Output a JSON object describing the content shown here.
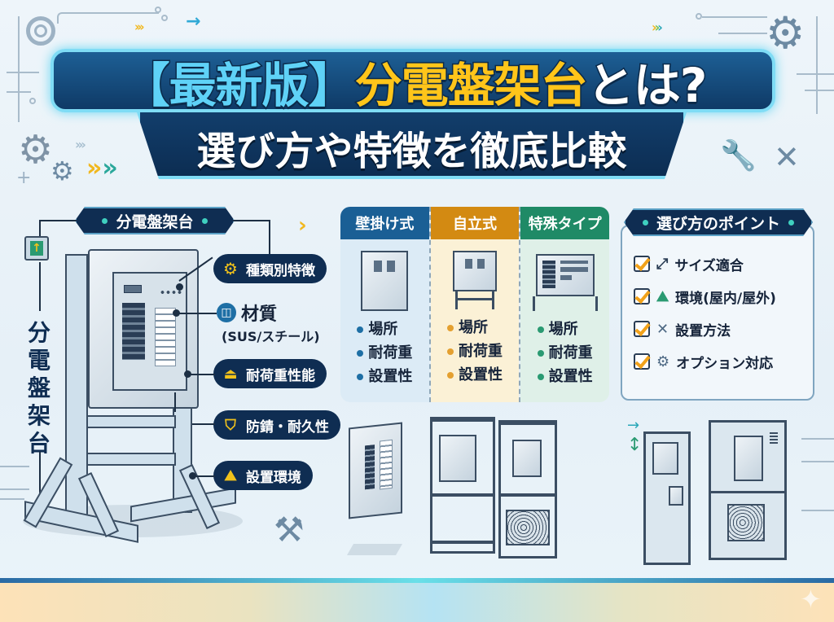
{
  "title": {
    "bracket_open": "【",
    "tag": "最新版",
    "bracket_close": "】",
    "main": "分電盤架台",
    "suffix": "とは?",
    "subtitle": "選び方や特徴を徹底比較"
  },
  "diagram": {
    "header": "分電盤架台",
    "vertical_label": "分電盤架台",
    "features": [
      {
        "icon": "gear-icon",
        "label": "種類別特徴"
      },
      {
        "icon": "material-block-icon",
        "label": "材質",
        "sub": "(SUS/スチール)"
      },
      {
        "icon": "weight-icon",
        "label": "耐荷重性能"
      },
      {
        "icon": "shield-check-icon",
        "label": "防錆・耐久性"
      },
      {
        "icon": "mountain-sun-icon",
        "label": "設置環境"
      }
    ]
  },
  "comparison": {
    "columns": [
      {
        "label": "壁掛け式",
        "color": "#1a5f95",
        "bg": "#dcebf6",
        "bullet": "#1e6fa5",
        "items": [
          "場所",
          "耐荷重",
          "設置性"
        ]
      },
      {
        "label": "自立式",
        "color": "#d38a12",
        "bg": "#fbf1d6",
        "bullet": "#e4a030",
        "items": [
          "場所",
          "耐荷重",
          "設置性"
        ]
      },
      {
        "label": "特殊タイプ",
        "color": "#1f8a66",
        "bg": "#dff0e8",
        "bullet": "#2a9a72",
        "items": [
          "場所",
          "耐荷重",
          "設置性"
        ]
      }
    ]
  },
  "points": {
    "header": "選び方のポイント",
    "items": [
      {
        "icon": "resize-arrows-icon",
        "label": "サイズ適合"
      },
      {
        "icon": "environment-icon",
        "label": "環境(屋内/屋外)"
      },
      {
        "icon": "tools-icon",
        "label": "設置方法"
      },
      {
        "icon": "gear-icon",
        "label": "オプション対応"
      }
    ]
  },
  "colors": {
    "navy": "#0f2d52",
    "cyan_glow": "#7fdcf5",
    "title_blue": "#5fd2f7",
    "title_yellow": "#ffc51a",
    "check_orange": "#f2a21a"
  }
}
